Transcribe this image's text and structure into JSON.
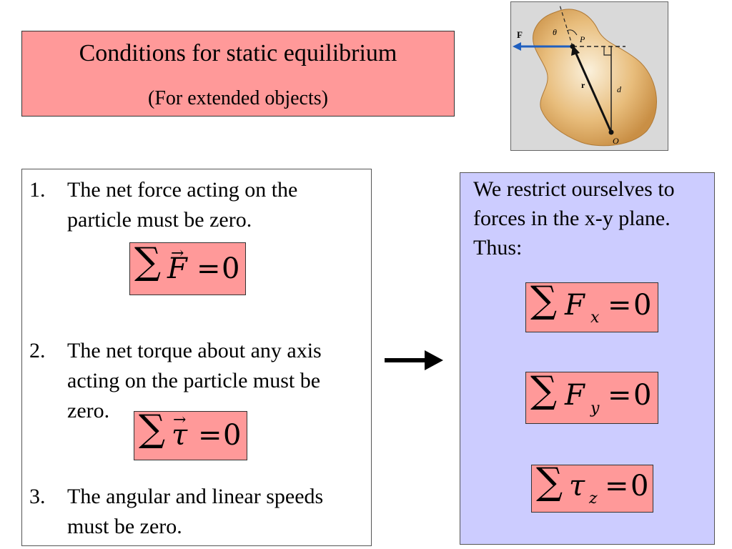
{
  "title": {
    "main": "Conditions for static equilibrium",
    "sub": "(For extended objects)"
  },
  "figure": {
    "label_F": "F",
    "label_theta": "θ",
    "label_P": "P",
    "label_r": "r",
    "label_d": "d",
    "label_O": "O",
    "colors": {
      "body": "#d9a55c",
      "force": "#1f5fbf"
    }
  },
  "conditions": [
    {
      "num": "1.",
      "text": "The net force acting on the particle must be zero."
    },
    {
      "num": "2.",
      "text": "The net torque about any axis acting on the particle must be zero."
    },
    {
      "num": "3.",
      "text": "The angular and linear speeds must be zero."
    }
  ],
  "equations": {
    "sum_symbol": "∑",
    "equals": "=",
    "zero": "0",
    "vector_arrow": "→",
    "force": {
      "var": "F"
    },
    "torque": {
      "var": "τ"
    },
    "fx": {
      "var": "F",
      "sub": "x"
    },
    "fy": {
      "var": "F",
      "sub": "y"
    },
    "tz": {
      "var": "τ",
      "sub": "z"
    }
  },
  "right_panel": {
    "text": "We restrict ourselves to forces in the x-y plane. Thus:"
  },
  "colors": {
    "title_bg": "#ff9999",
    "eq_bg": "#ff9999",
    "panel_bg": "#ccccff"
  }
}
